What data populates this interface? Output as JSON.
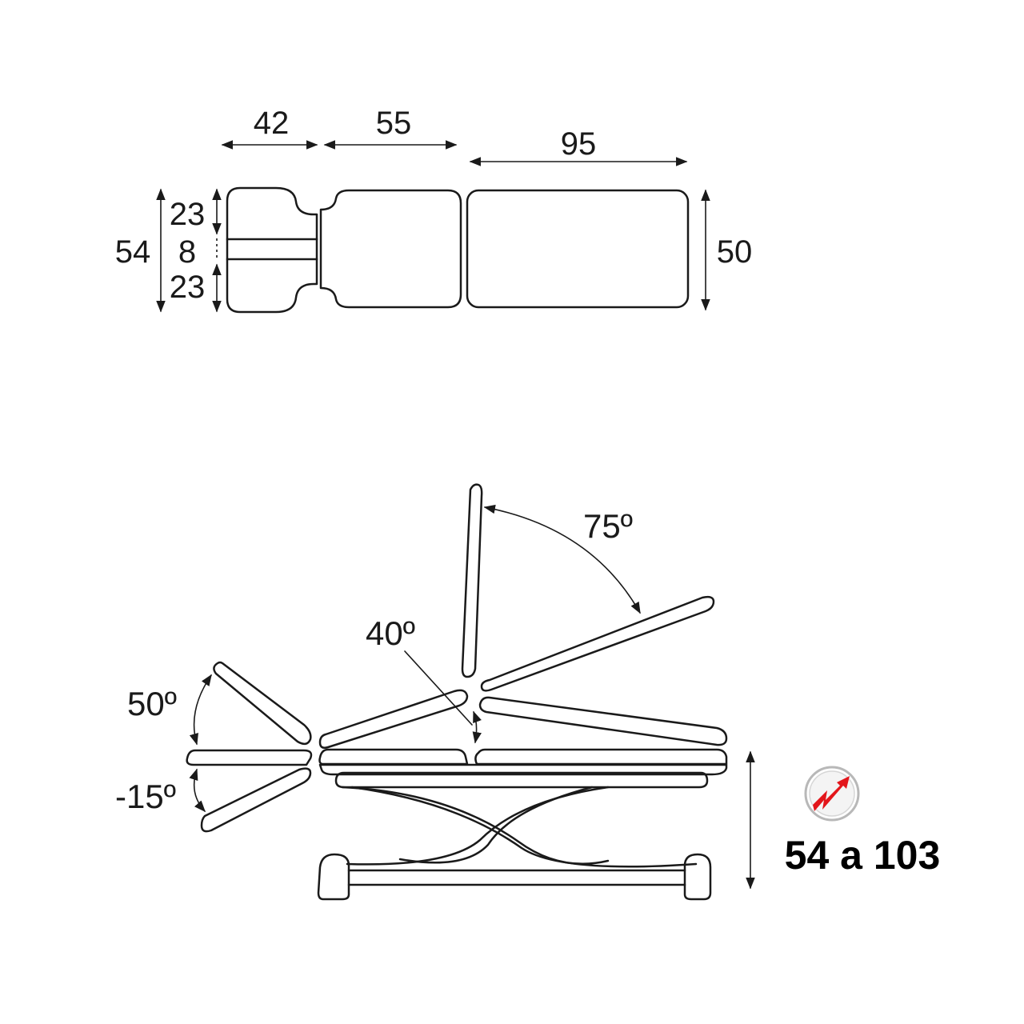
{
  "top_view": {
    "dimensions": {
      "head_length": "42",
      "back_length": "55",
      "leg_length": "95",
      "total_width": "54",
      "head_side_upper": "23",
      "head_slot": "8",
      "head_side_lower": "23",
      "body_width": "50"
    }
  },
  "side_view": {
    "angles": {
      "head_up": "50º",
      "head_down": "-15º",
      "back_tilt": "40º",
      "back_raise": "75º"
    },
    "height_range": "54 a 103",
    "height_icon": "electric-height-adjust-icon",
    "accent_color": "#e3161b"
  }
}
